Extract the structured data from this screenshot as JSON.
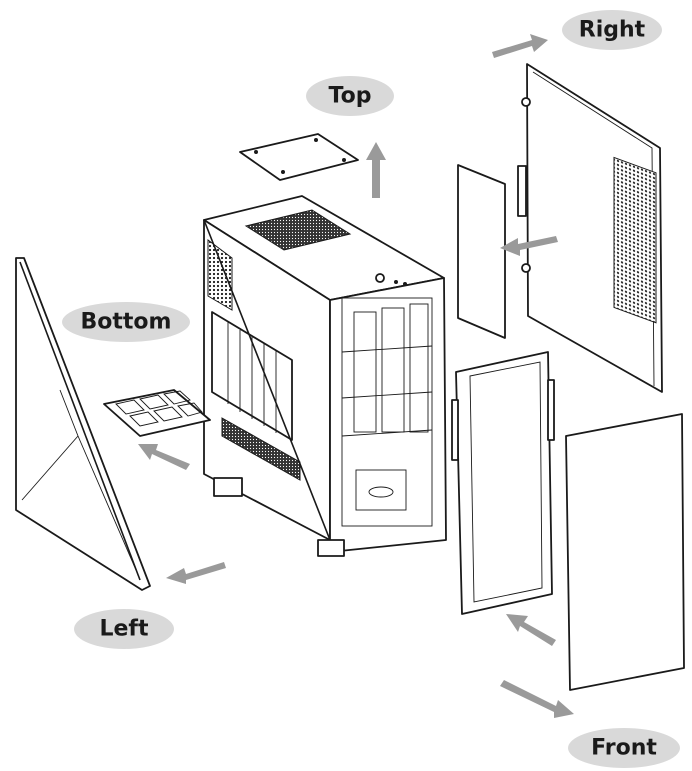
{
  "labels": {
    "right": "Right",
    "top": "Top",
    "bottom": "Bottom",
    "left": "Left",
    "front": "Front"
  },
  "colors": {
    "bubble": "#d9d9d9",
    "arrow": "#9a9a9a",
    "ink": "#1a1a1a"
  }
}
